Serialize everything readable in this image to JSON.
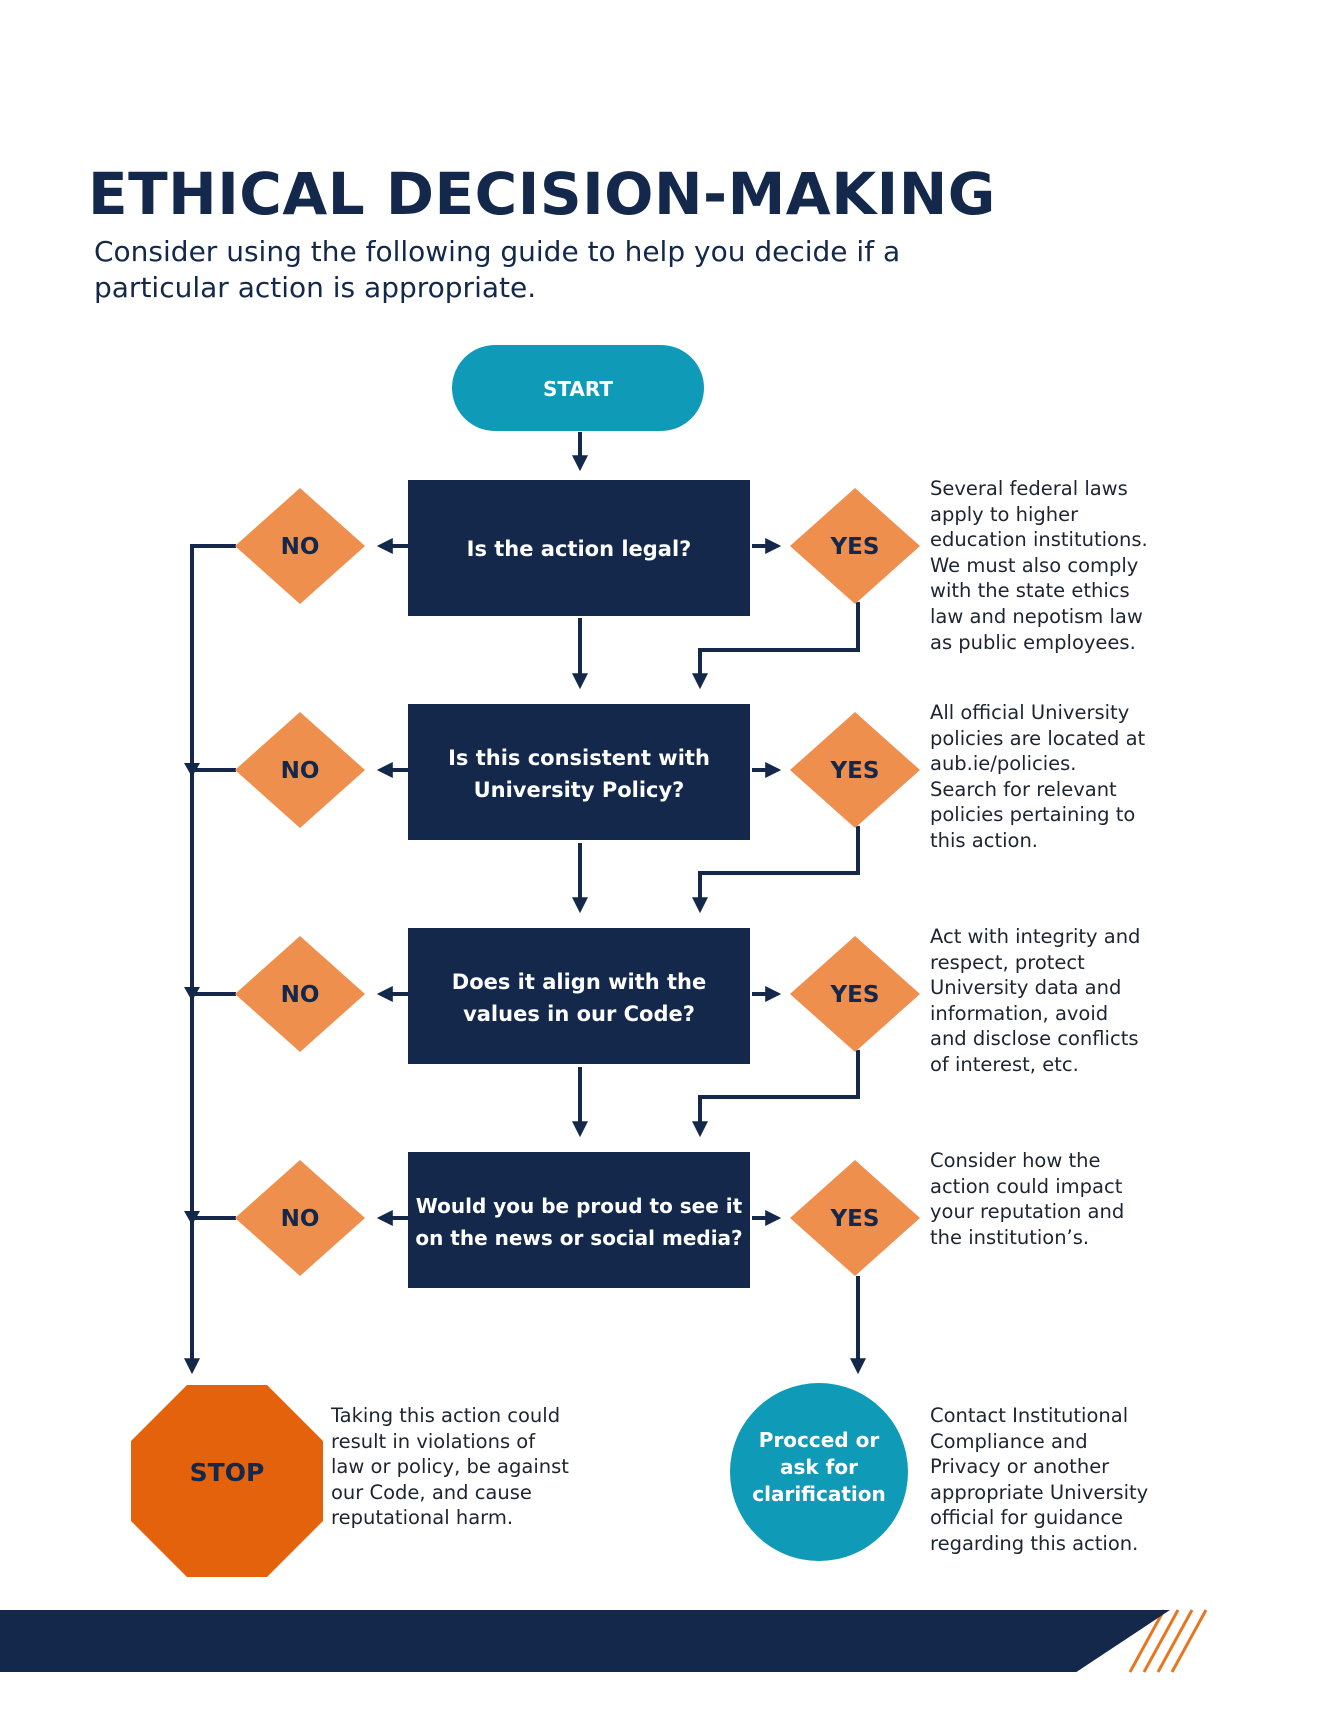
{
  "header": {
    "title": "ETHICAL DECISION-MAKING",
    "subtitle": "Consider using the following guide to help you decide if a particular action is appropriate."
  },
  "flow": {
    "start": "START",
    "questions": [
      {
        "line1": "Is the action legal?",
        "line2": ""
      },
      {
        "line1": "Is this consistent with",
        "line2": "University Policy?"
      },
      {
        "line1": "Does it align with the",
        "line2": "values in our Code?"
      },
      {
        "line1": "Would you be proud to see it",
        "line2": "on the news or social media?"
      }
    ],
    "no_label": "NO",
    "yes_label": "YES",
    "stop_label": "STOP",
    "proceed": {
      "line1": "Procced or",
      "line2": "ask for",
      "line3": "clarification"
    }
  },
  "notes": {
    "q1": "Several federal laws\napply to higher\neducation institutions.\nWe must also comply\nwith the state ethics\nlaw and nepotism law\nas public employees.",
    "q2": "All official University\npolicies are located at\naub.ie/policies.\nSearch for relevant\npolicies pertaining to\nthis action.",
    "q3": "Act with integrity and\nrespect, protect\nUniversity data and\ninformation, avoid\nand disclose conflicts\nof interest, etc.",
    "q4": "Consider how the\naction could impact\nyour reputation and\nthe institution’s.",
    "stop": "Taking this action could\nresult in violations of\nlaw or policy, be against\nour Code, and cause\nreputational harm.",
    "proceed": "Contact Institutional\nCompliance and\nPrivacy or another\nappropriate University\nofficial for guidance\nregarding this action."
  },
  "colors": {
    "navy": "#13284a",
    "teal": "#0f9ab8",
    "orange_diamond": "#ef8f4e",
    "stop_orange": "#e5620c",
    "footer_stripe": "#e8761f"
  }
}
